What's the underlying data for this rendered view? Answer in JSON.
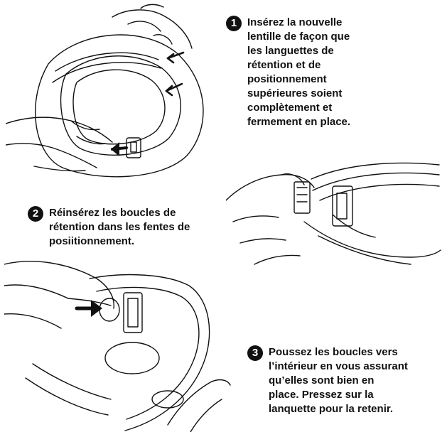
{
  "steps": [
    {
      "number": "1",
      "lines": [
        "Insérez la nouvelle",
        "lentille de façon que",
        "les languettes de",
        "rétention et de",
        "positionnement",
        "supérieures soient",
        "complètement et",
        "fermement en place."
      ]
    },
    {
      "number": "2",
      "lines": [
        "Réinsérez les boucles de",
        "rétention dans les fentes de",
        "posiitionnement."
      ]
    },
    {
      "number": "3",
      "lines": [
        "Poussez les boucles vers",
        "l’intérieur en vous assurant",
        "qu’elles sont bien en",
        "place. Pressez sur la",
        "lanquette pour la retenir."
      ]
    }
  ],
  "illustrations": {
    "lens_insert": "goggle-lens-insertion-drawing",
    "clip_insert": "retention-clip-insertion-drawing",
    "clip_push": "retention-clip-push-drawing"
  }
}
